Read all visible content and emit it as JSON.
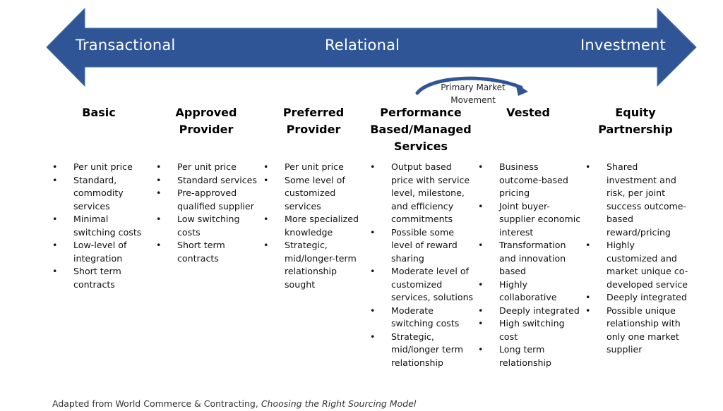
{
  "arrow": {
    "color": "#2F5597",
    "labels": {
      "left": "Transactional",
      "center": "Relational",
      "right": "Investment"
    }
  },
  "primary_market_movement": {
    "label_line1": "Primary Market",
    "label_line2": "Movement",
    "color": "#2F5597"
  },
  "columns": [
    {
      "title": "Basic",
      "items": [
        "Per unit price",
        "Standard, commodity services",
        "Minimal switching costs",
        "Low-level of integration",
        "Short term contracts"
      ]
    },
    {
      "title": "Approved Provider",
      "items": [
        "Per unit price",
        "Standard services",
        "Pre-approved qualified supplier",
        "Low switching costs",
        "Short term contracts"
      ]
    },
    {
      "title": "Preferred Provider",
      "items": [
        "Per unit price",
        "Some level of customized services",
        "More specialized knowledge",
        "Strategic, mid/longer-term relationship sought"
      ]
    },
    {
      "title": "Performance Based/Managed Services",
      "items": [
        "Output based price with service level, milestone, and efficiency commitments",
        "Possible some level of reward sharing",
        "Moderate level of customized services, solutions",
        "Moderate switching costs",
        "Strategic, mid/longer term relationship"
      ]
    },
    {
      "title": "Vested",
      "items": [
        "Business outcome-based pricing",
        "Joint buyer-supplier economic interest",
        "Transformation and innovation based",
        "Highly collaborative",
        "Deeply integrated",
        "High switching cost",
        "Long term relationship"
      ]
    },
    {
      "title": "Equity Partnership",
      "items": [
        "Shared investment and risk, per joint success outcome-based reward/pricing",
        "Highly customized and market unique co-developed service",
        "Deeply integrated",
        "Possible unique relationship with only one market supplier"
      ]
    }
  ],
  "footer": {
    "prefix": "Adapted from World Commerce & Contracting, ",
    "source_title": "Choosing the Right Sourcing Model"
  },
  "bullet_glyph": "•"
}
